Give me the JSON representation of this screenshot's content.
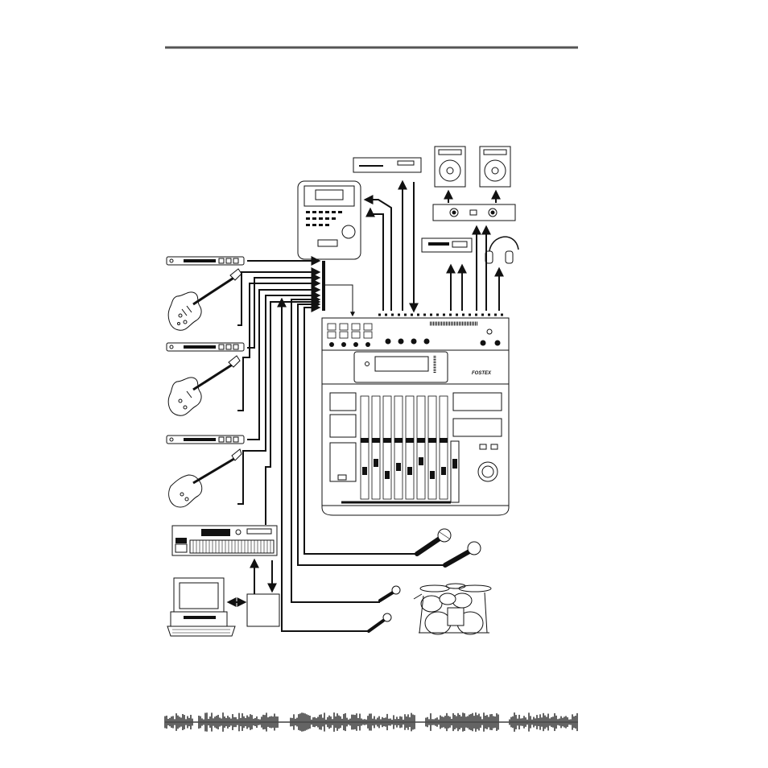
{
  "mixer": {
    "brand": "FOSTEX"
  },
  "components": [
    "effects-rack-1",
    "electric-guitar",
    "effects-rack-2",
    "electric-guitar-2",
    "effects-rack-3",
    "bass-guitar",
    "midi-keyboard",
    "midi-interface",
    "computer",
    "handheld-recorder",
    "cd-player",
    "power-amplifier",
    "left-speaker",
    "right-speaker",
    "dat-recorder",
    "headphones",
    "vocal-mic-1",
    "vocal-mic-2",
    "instrument-mic-1",
    "instrument-mic-2",
    "drum-kit",
    "digital-mixer"
  ],
  "colors": {
    "ink": "#111111",
    "paper": "#ffffff",
    "rule": "#555555"
  }
}
